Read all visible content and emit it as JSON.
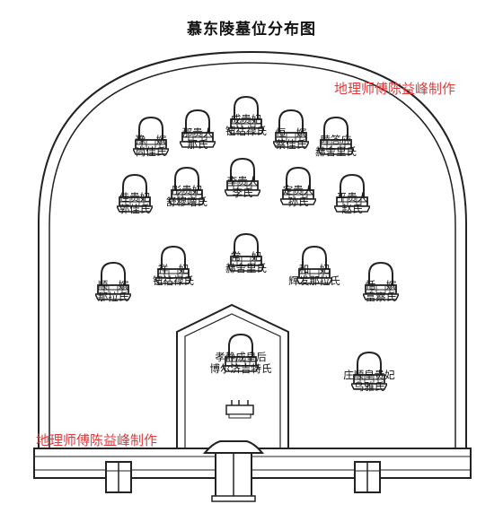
{
  "title": "慕东陵墓位分布图",
  "watermark": "地理师傅陈益峰制作",
  "tombs": [
    {
      "title": "成贵妃",
      "name": "钮祜禄氏"
    },
    {
      "title": "那贵人",
      "name": "那氏"
    },
    {
      "title": "恒　嫔",
      "name": "蔡佳氏"
    },
    {
      "title": "豫　嫔",
      "name": "尚佳氏"
    },
    {
      "title": "睦答应",
      "name": "赫舍里氏"
    },
    {
      "title": "佳贵妃",
      "name": "郭佳氏"
    },
    {
      "title": "彤贵妃",
      "name": "舒穆噜氏"
    },
    {
      "title": "李贵人",
      "name": "李氏"
    },
    {
      "title": "定贵人",
      "name": "孙氏"
    },
    {
      "title": "平贵人",
      "name": "赵氏"
    },
    {
      "title": "常　妃",
      "name": "赫舍里氏"
    },
    {
      "title": "祥　妃",
      "name": "钮祜禄氏"
    },
    {
      "title": "和　妃",
      "name": "辉发那拉氏"
    },
    {
      "title": "顺　嫔",
      "name": "那拉氏"
    },
    {
      "title": "恬　嫔",
      "name": "富察氏"
    },
    {
      "title": "孝静成皇后",
      "name": "博尔济吉特氏"
    },
    {
      "title": "庄顺皇贵妃",
      "name": "乌雅氏"
    }
  ]
}
